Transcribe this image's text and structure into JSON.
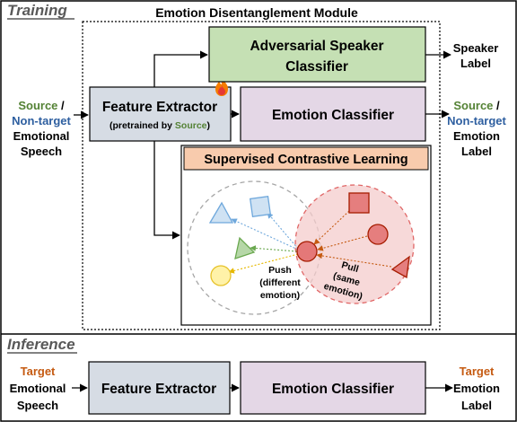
{
  "training": {
    "section_label": "Training",
    "module_title": "Emotion Disentanglement Module",
    "input": {
      "line1_a": "Source",
      "line1_sep": " /",
      "line2": "Non-target",
      "line3": "Emotional",
      "line4": "Speech"
    },
    "feature_extractor": {
      "title": "Feature Extractor",
      "sub_prefix": "(pretrained by ",
      "sub_source": "Source",
      "sub_suffix": ")"
    },
    "adversarial": {
      "line1": "Adversarial Speaker",
      "line2": "Classifier"
    },
    "emotion_classifier": {
      "label": "Emotion Classifier"
    },
    "speaker_output": {
      "line1": "Speaker",
      "line2": "Label"
    },
    "emotion_output": {
      "line1_a": "Source",
      "line1_sep": " /",
      "line2": "Non-target",
      "line3": "Emotion",
      "line4": "Label"
    },
    "scl": {
      "title": "Supervised Contrastive Learning",
      "push": {
        "line1": "Push",
        "line2": "(different",
        "line3": "emotion)"
      },
      "pull": {
        "line1": "Pull",
        "line2": "(same",
        "line3": "emotion)"
      }
    }
  },
  "inference": {
    "section_label": "Inference",
    "input": {
      "line1": "Target",
      "line2": "Emotional",
      "line3": "Speech"
    },
    "feature_extractor": {
      "label": "Feature Extractor"
    },
    "emotion_classifier": {
      "label": "Emotion Classifier"
    },
    "output": {
      "line1": "Target",
      "line2": "Emotion",
      "line3": "Label"
    }
  },
  "colors": {
    "source": "#548235",
    "non_target": "#2e5fa0",
    "target": "#c55a11",
    "feature_box": "#d6dce4",
    "adversarial_box": "#c5e0b4",
    "emotion_box": "#e4d7e6",
    "scl_header": "#f8cbad",
    "pull_region": "#f4cccc"
  },
  "icons": [
    "fire-icon"
  ]
}
